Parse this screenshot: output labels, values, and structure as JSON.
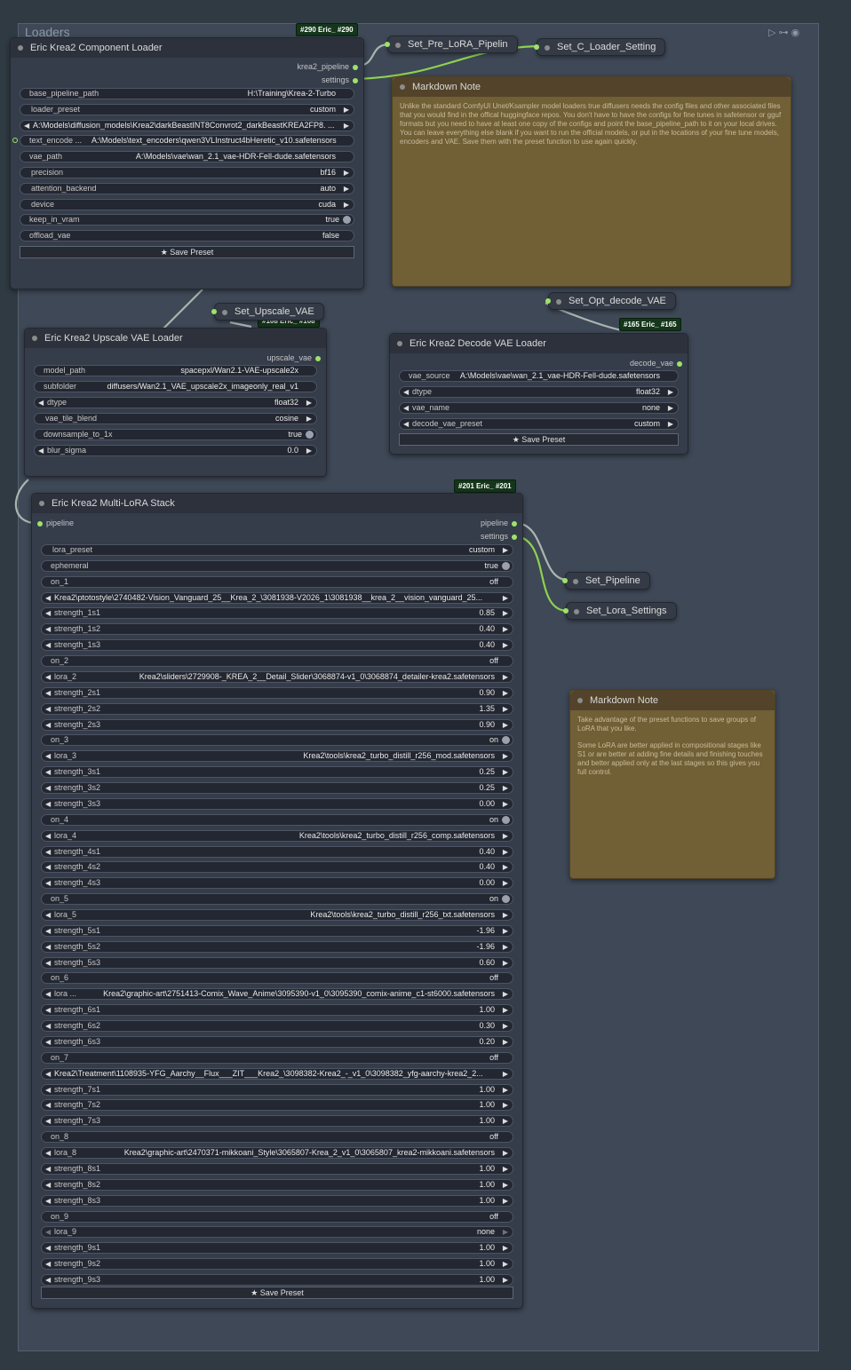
{
  "group": {
    "title": "Loaders",
    "icons": [
      "play-icon",
      "link-icon",
      "eye-icon"
    ]
  },
  "component_loader": {
    "badge": "#290 Eric_ #290",
    "title": "Eric Krea2 Component Loader",
    "outputs": [
      "krea2_pipeline",
      "settings"
    ],
    "widgets": [
      {
        "label": "base_pipeline_path",
        "value": "H:\\Training\\Krea-2-Turbo",
        "kind": "text"
      },
      {
        "label": "loader_preset",
        "value": "custom",
        "kind": "combo"
      },
      {
        "label": "",
        "value": "A:\\Models\\diffusion_models\\Krea2\\darkBeastINT8Convrot2_darkBeastKREA2FP8. ...",
        "kind": "full"
      },
      {
        "label": "text_encode ...",
        "value": "A:\\Models\\text_encoders\\qwen3VLInstruct4bHeretic_v10.safetensors",
        "kind": "text"
      },
      {
        "label": "vae_path",
        "value": "A:\\Models\\vae\\wan_2.1_vae-HDR-Fell-dude.safetensors",
        "kind": "text"
      },
      {
        "label": "precision",
        "value": "bf16",
        "kind": "combo"
      },
      {
        "label": "attention_backend",
        "value": "auto",
        "kind": "combo"
      },
      {
        "label": "device",
        "value": "cuda",
        "kind": "combo"
      },
      {
        "label": "keep_in_vram",
        "value": "true",
        "kind": "toggle"
      },
      {
        "label": "offload_vae",
        "value": "false",
        "kind": "toggle"
      }
    ],
    "save_label": "★ Save Preset"
  },
  "set_nodes": {
    "pre_lora": "Set_Pre_LoRA_Pipelin",
    "c_loader": "Set_C_Loader_Setting",
    "upscale_vae": "Set_Upscale_VAE",
    "opt_decode": "Set_Opt_decode_VAE",
    "pipeline": "Set_Pipeline",
    "lora_settings": "Set_Lora_Settings"
  },
  "note1": {
    "title": "Markdown Note",
    "text": "Unlike the standard ComfyUI Unet/Ksampler model loaders true diffusers needs the config files and other associated files that you would find in the offical huggingface repos. You don't have to have the configs for fine tunes in safetensor or gguf formats but you need to have at least one copy of the configs and point the base_pipeline_path to it on your local drives. You can leave everything else blank if you want to run the official models, or put in the locations of your fine tune models, encoders and VAE. Save them with the preset function to use again quickly."
  },
  "upscale_vae_loader": {
    "badge": "#108 Eric_ #108",
    "title": "Eric Krea2 Upscale VAE Loader",
    "output": "upscale_vae",
    "widgets": [
      {
        "label": "model_path",
        "value": "spacepxl/Wan2.1-VAE-upscale2x",
        "kind": "text"
      },
      {
        "label": "subfolder",
        "value": "diffusers/Wan2.1_VAE_upscale2x_imageonly_real_v1",
        "kind": "text"
      },
      {
        "label": "dtype",
        "value": "float32",
        "kind": "num"
      },
      {
        "label": "vae_tile_blend",
        "value": "cosine",
        "kind": "combo"
      },
      {
        "label": "downsample_to_1x",
        "value": "true",
        "kind": "toggle"
      },
      {
        "label": "blur_sigma",
        "value": "0.0",
        "kind": "num"
      }
    ]
  },
  "decode_vae_loader": {
    "badge": "#165 Eric_ #165",
    "title": "Eric Krea2 Decode VAE Loader",
    "output": "decode_vae",
    "widgets": [
      {
        "label": "vae_source",
        "value": "A:\\Models\\vae\\wan_2.1_vae-HDR-Fell-dude.safetensors",
        "kind": "text"
      },
      {
        "label": "dtype",
        "value": "float32",
        "kind": "num"
      },
      {
        "label": "vae_name",
        "value": "none",
        "kind": "num"
      },
      {
        "label": "decode_vae_preset",
        "value": "custom",
        "kind": "num"
      }
    ],
    "save_label": "★ Save Preset"
  },
  "lora_stack": {
    "badge": "#201 Eric_ #201",
    "title": "Eric Krea2 Multi-LoRA Stack",
    "input": "pipeline",
    "outputs": [
      "pipeline",
      "settings"
    ],
    "widgets": [
      {
        "label": "lora_preset",
        "value": "custom",
        "kind": "combo"
      },
      {
        "label": "ephemeral",
        "value": "true",
        "kind": "toggle"
      },
      {
        "label": "on_1",
        "value": "off",
        "kind": "toggle"
      },
      {
        "label": "",
        "value": "Krea2\\ptotostyle\\2740482-Vision_Vanguard_25__Krea_2_\\3081938-V2026_1\\3081938__krea_2__vision_vanguard_25...",
        "kind": "full"
      },
      {
        "label": "strength_1s1",
        "value": "0.85",
        "kind": "num",
        "mark": "#3fb6d8"
      },
      {
        "label": "strength_1s2",
        "value": "0.40",
        "kind": "num",
        "mark": "#e08a2e"
      },
      {
        "label": "strength_1s3",
        "value": "0.40",
        "kind": "num",
        "mark": "#6bc24a"
      },
      {
        "label": "on_2",
        "value": "off",
        "kind": "toggle"
      },
      {
        "label": "lora_2",
        "value": "Krea2\\sliders\\2729908-_KREA_2__Detail_Slider\\3068874-v1_0\\3068874_detailer-krea2.safetensors",
        "kind": "num"
      },
      {
        "label": "strength_2s1",
        "value": "0.90",
        "kind": "num",
        "mark": "#3fb6d8"
      },
      {
        "label": "strength_2s2",
        "value": "1.35",
        "kind": "num",
        "mark": "#e08a2e"
      },
      {
        "label": "strength_2s3",
        "value": "0.90",
        "kind": "num",
        "mark": "#6bc24a"
      },
      {
        "label": "on_3",
        "value": "on",
        "kind": "toggle"
      },
      {
        "label": "lora_3",
        "value": "Krea2\\tools\\krea2_turbo_distill_r256_mod.safetensors",
        "kind": "num"
      },
      {
        "label": "strength_3s1",
        "value": "0.25",
        "kind": "num",
        "mark": "#3fb6d8"
      },
      {
        "label": "strength_3s2",
        "value": "0.25",
        "kind": "num",
        "mark": "#e08a2e"
      },
      {
        "label": "strength_3s3",
        "value": "0.00",
        "kind": "num",
        "mark": "#6bc24a"
      },
      {
        "label": "on_4",
        "value": "on",
        "kind": "toggle"
      },
      {
        "label": "lora_4",
        "value": "Krea2\\tools\\krea2_turbo_distill_r256_comp.safetensors",
        "kind": "num"
      },
      {
        "label": "strength_4s1",
        "value": "0.40",
        "kind": "num",
        "mark": "#3fb6d8"
      },
      {
        "label": "strength_4s2",
        "value": "0.40",
        "kind": "num",
        "mark": "#e08a2e"
      },
      {
        "label": "strength_4s3",
        "value": "0.00",
        "kind": "num",
        "mark": "#6bc24a"
      },
      {
        "label": "on_5",
        "value": "on",
        "kind": "toggle"
      },
      {
        "label": "lora_5",
        "value": "Krea2\\tools\\krea2_turbo_distill_r256_txt.safetensors",
        "kind": "num"
      },
      {
        "label": "strength_5s1",
        "value": "-1.96",
        "kind": "num",
        "mark": "#3fb6d8"
      },
      {
        "label": "strength_5s2",
        "value": "-1.96",
        "kind": "num",
        "mark": "#e08a2e"
      },
      {
        "label": "strength_5s3",
        "value": "0.60",
        "kind": "num",
        "mark": "#6bc24a"
      },
      {
        "label": "on_6",
        "value": "off",
        "kind": "toggle"
      },
      {
        "label": "lora ...",
        "value": "Krea2\\graphic-art\\2751413-Comix_Wave_Anime\\3095390-v1_0\\3095390_comix-anime_c1-st6000.safetensors",
        "kind": "num"
      },
      {
        "label": "strength_6s1",
        "value": "1.00",
        "kind": "num",
        "mark": "#3fb6d8"
      },
      {
        "label": "strength_6s2",
        "value": "0.30",
        "kind": "num",
        "mark": "#e08a2e"
      },
      {
        "label": "strength_6s3",
        "value": "0.20",
        "kind": "num",
        "mark": "#6bc24a"
      },
      {
        "label": "on_7",
        "value": "off",
        "kind": "toggle"
      },
      {
        "label": "",
        "value": "Krea2\\Treatment\\1108935-YFG_Aarchy__Flux___ZIT___Krea2_\\3098382-Krea2_-_v1_0\\3098382_yfg-aarchy-krea2_2...",
        "kind": "full"
      },
      {
        "label": "strength_7s1",
        "value": "1.00",
        "kind": "num",
        "mark": "#3fb6d8"
      },
      {
        "label": "strength_7s2",
        "value": "1.00",
        "kind": "num",
        "mark": "#e08a2e"
      },
      {
        "label": "strength_7s3",
        "value": "1.00",
        "kind": "num",
        "mark": "#6bc24a"
      },
      {
        "label": "on_8",
        "value": "off",
        "kind": "toggle"
      },
      {
        "label": "lora_8",
        "value": "Krea2\\graphic-art\\2470371-mikkoani_Style\\3065807-Krea_2_v1_0\\3065807_krea2-mikkoani.safetensors",
        "kind": "num"
      },
      {
        "label": "strength_8s1",
        "value": "1.00",
        "kind": "num",
        "mark": "#3fb6d8"
      },
      {
        "label": "strength_8s2",
        "value": "1.00",
        "kind": "num",
        "mark": "#e08a2e"
      },
      {
        "label": "strength_8s3",
        "value": "1.00",
        "kind": "num",
        "mark": "#6bc24a"
      },
      {
        "label": "on_9",
        "value": "off",
        "kind": "toggle"
      },
      {
        "label": "lora_9",
        "value": "none",
        "kind": "numdim"
      },
      {
        "label": "strength_9s1",
        "value": "1.00",
        "kind": "num",
        "mark": "#3fb6d8"
      },
      {
        "label": "strength_9s2",
        "value": "1.00",
        "kind": "num",
        "mark": "#e08a2e"
      },
      {
        "label": "strength_9s3",
        "value": "1.00",
        "kind": "num",
        "mark": "#6bc24a"
      }
    ],
    "save_label": "★ Save Preset"
  },
  "note2": {
    "title": "Markdown Note",
    "paragraphs": [
      "Take advantage of the preset functions to save groups of LoRA that you like.",
      "Some LoRA are better applied in compositional stages like S1 or are better at adding fine details and finishing touches and better applied only at the last stages so this gives you full control."
    ]
  },
  "colors": {
    "link_green": "#8fd14f",
    "link_gray": "#aab5b0",
    "note_bg": "#715f35",
    "badge_bg": "#14361a"
  }
}
